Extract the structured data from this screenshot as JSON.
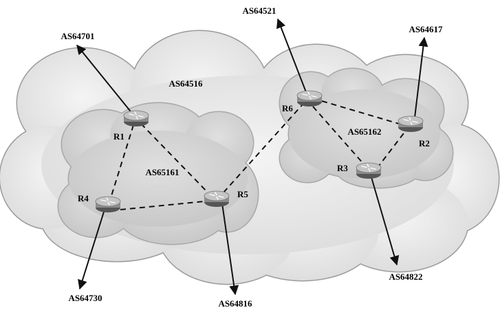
{
  "diagram": {
    "outer_as": "AS64516",
    "inner_left_as": "AS65161",
    "inner_right_as": "AS65162",
    "routers": {
      "r1": "R1",
      "r2": "R2",
      "r3": "R3",
      "r4": "R4",
      "r5": "R5",
      "r6": "R6"
    },
    "external": {
      "r1": "AS64701",
      "r2": "AS64617",
      "r3": "AS64822",
      "r4": "AS64730",
      "r5": "AS64816",
      "r6": "AS64521"
    }
  },
  "colors": {
    "outer_cloud": "#e8e8e8",
    "inner_cloud": "#d2d2d2",
    "cloud_edge": "#9a9a9a",
    "router_body": "#8c8c8c",
    "router_top": "#c4c4c4"
  }
}
